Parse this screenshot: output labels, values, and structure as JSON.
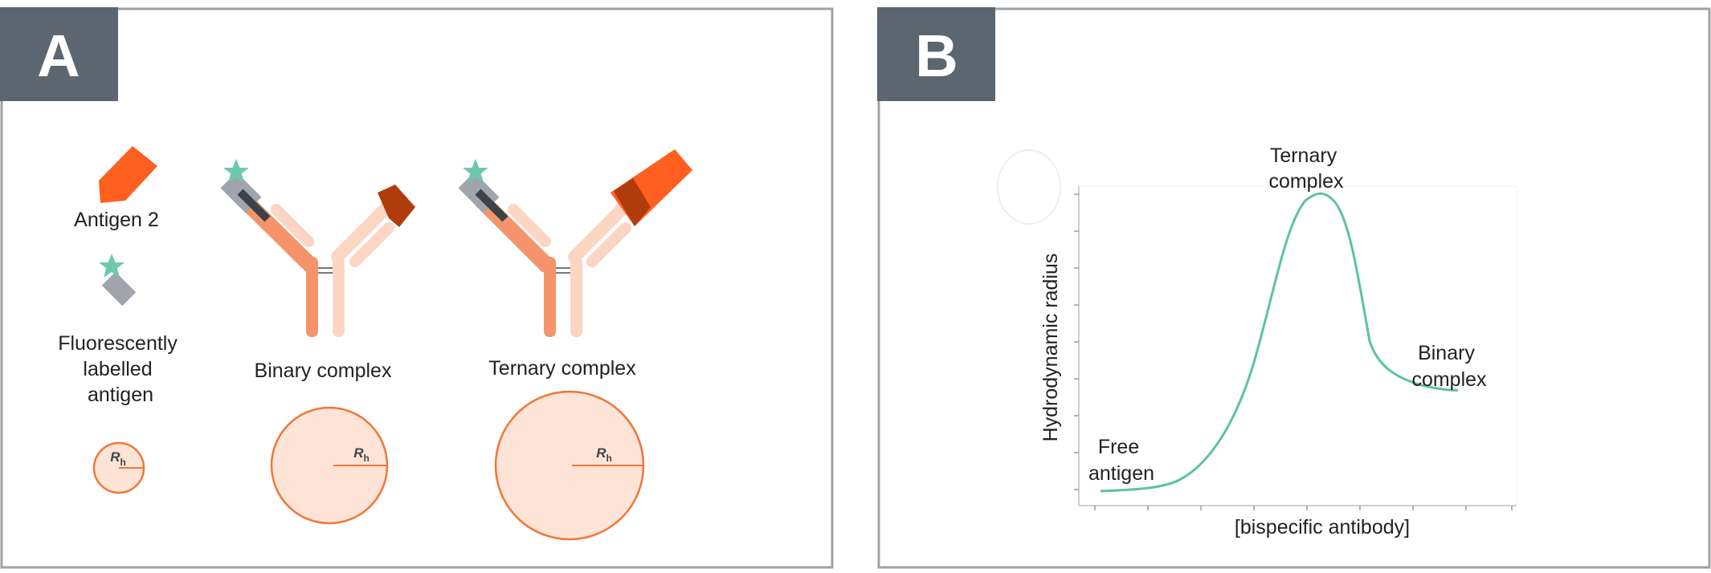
{
  "panel_a": {
    "label": "A",
    "antigen2_label": "Antigen 2",
    "fluorescent_label_lines": [
      "Fluorescently",
      "labelled",
      "antigen"
    ],
    "binary_label": "Binary complex",
    "ternary_label": "Ternary complex",
    "radius_symbol": "R",
    "radius_subscript": "h"
  },
  "panel_b": {
    "label": "B",
    "ylabel": "Hydrodynamic radius",
    "xlabel": "[bispecific antibody]",
    "annotations": {
      "free": [
        "Free",
        "antigen"
      ],
      "ternary": [
        "Ternary",
        "complex"
      ],
      "binary": [
        "Binary",
        "complex"
      ]
    }
  },
  "colors": {
    "panel_label_bg": "#5b6670",
    "antigen2": "#ff5f1f",
    "antigen2_dark": "#b03c0c",
    "heavy_chain": "#f5946a",
    "light_chain": "#fcd5c3",
    "radius_fill": "#fde4d6",
    "radius_stroke": "#f0773a",
    "star": "#6cc9ad",
    "antigen1": "#9fa5aa",
    "curve": "#5cc39e"
  }
}
